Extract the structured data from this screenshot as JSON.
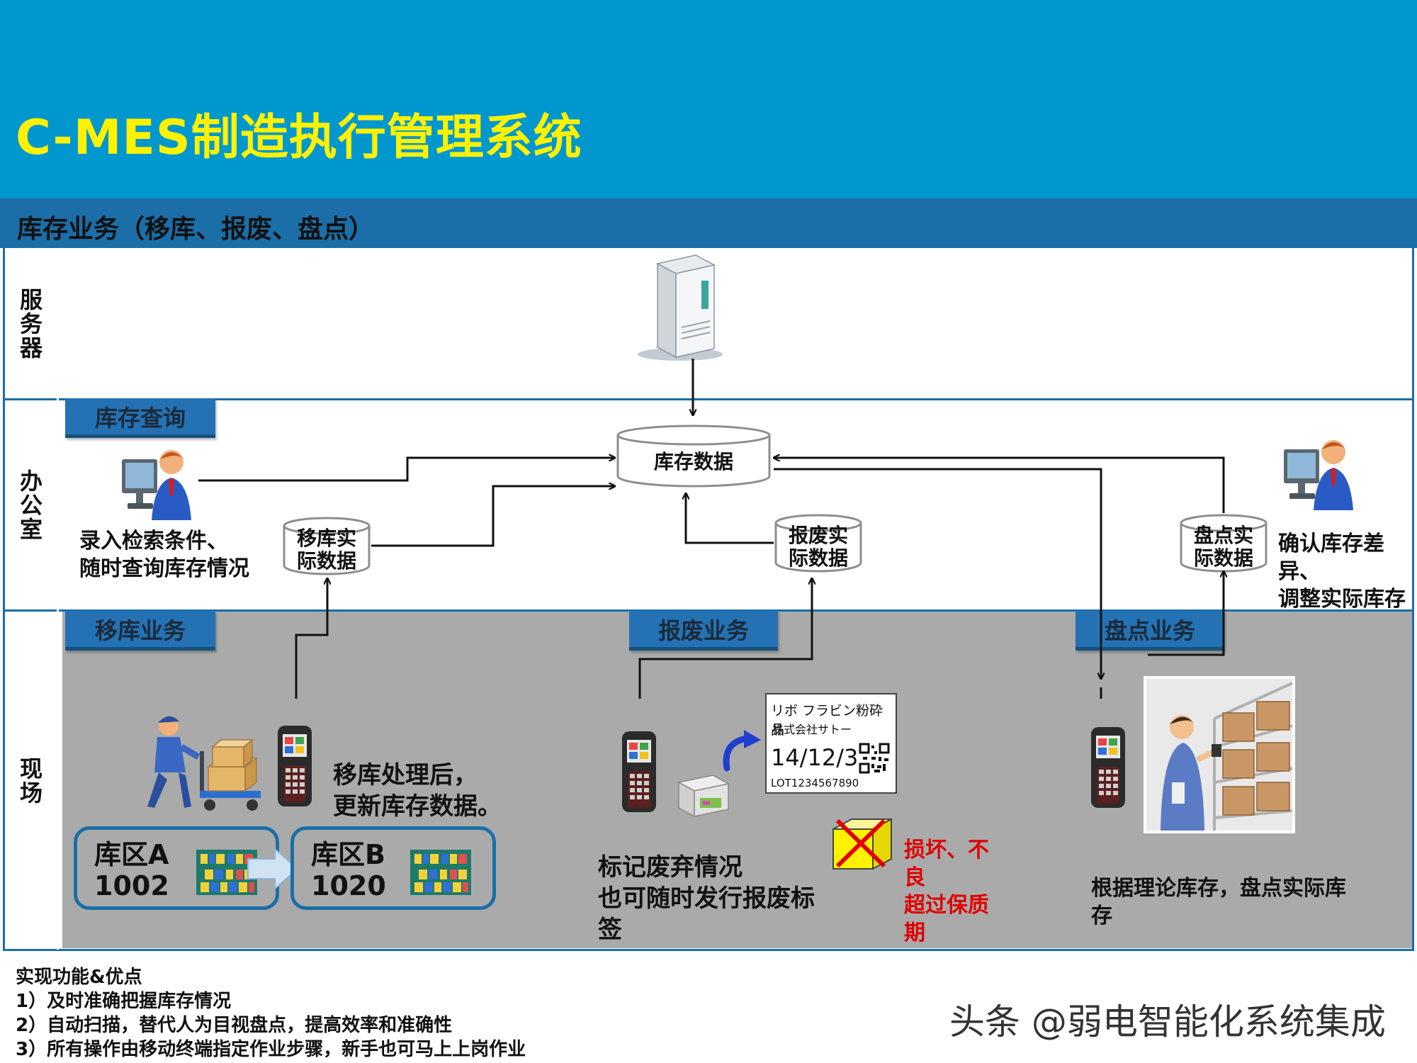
{
  "header": {
    "title": "C-MES制造执行管理系统"
  },
  "section": {
    "title": "库存业务（移库、报废、盘点）"
  },
  "rows": {
    "server": "服务器",
    "office": "办公室",
    "field": "现场"
  },
  "tags": {
    "inventory_query": "库存查询",
    "transfer": "移库业务",
    "scrap": "报废业务",
    "stocktake": "盘点业务"
  },
  "databases": {
    "inventory": "库存数据",
    "transfer_actual": [
      "移库实",
      "际数据"
    ],
    "scrap_actual": [
      "报废实",
      "际数据"
    ],
    "stocktake_actual": [
      "盘点实",
      "际数据"
    ]
  },
  "texts": {
    "query_desc": [
      "录入检索条件、",
      "随时查询库存情况"
    ],
    "confirm_desc": [
      "确认库存差异、",
      "调整实际库存"
    ],
    "transfer_desc": [
      "移库处理后，",
      "更新库存数据。"
    ],
    "scrap_desc": [
      "标记废弃情况",
      "也可随时发行报废标",
      "签"
    ],
    "scrap_reasons": [
      "损坏、不",
      "良",
      "超过保质",
      "期"
    ],
    "stocktake_desc": [
      "根据理论库存，盘点实际库",
      "存"
    ]
  },
  "zones": {
    "a": {
      "name": "库区A",
      "code": "1002"
    },
    "b": {
      "name": "库区B",
      "code": "1020"
    }
  },
  "label_sticker": {
    "line1": "リボ フラビン粉砕品",
    "line2": "株式会社サトー",
    "date": "14/12/31",
    "lot": "LOT1234567890"
  },
  "footer": {
    "title": "实现功能&优点",
    "items": [
      "1）及时准确把握库存情况",
      "2）自动扫描，替代人为目视盘点，提高效率和准确性",
      "3）所有操作由移动终端指定作业步骤，新手也可马上上岗作业"
    ]
  },
  "watermark": "头条 @弱电智能化系统集成",
  "icons": [
    "server-icon",
    "office-worker-icon",
    "handheld-terminal-icon",
    "warehouse-worker-icon",
    "shelf-icon",
    "label-printer-icon",
    "reject-box-icon",
    "stocktake-photo-icon",
    "rotate-arrow-icon"
  ],
  "colors": {
    "header": "#0097cf",
    "title": "#fff200",
    "section": "#1b6ea7",
    "tag": "#2472b4",
    "field_bg": "#aaaaaa",
    "alert": "#e00000"
  }
}
